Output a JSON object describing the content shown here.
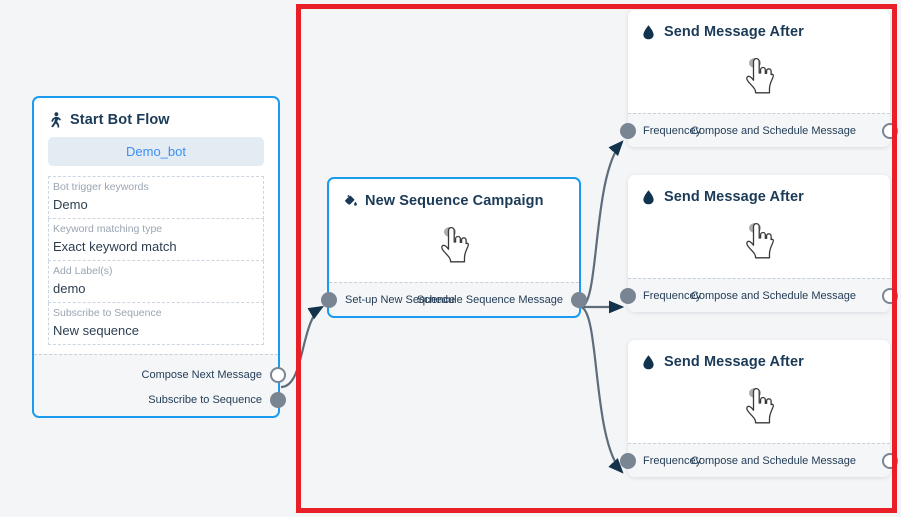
{
  "canvas": {
    "background_color": "#f4f5f7",
    "selection_border_color": "#e81f26"
  },
  "nodes": {
    "start_bot_flow": {
      "title": "Start Bot Flow",
      "icon": "running-person-icon",
      "bot_pill": "Demo_bot",
      "fields": [
        {
          "label": "Bot trigger keywords",
          "value": "Demo"
        },
        {
          "label": "Keyword matching type",
          "value": "Exact keyword match"
        },
        {
          "label": "Add Label(s)",
          "value": "demo"
        },
        {
          "label": "Subscribe to Sequence",
          "value": "New sequence"
        }
      ],
      "outputs": [
        {
          "label": "Compose Next Message",
          "port": "hollow"
        },
        {
          "label": "Subscribe to Sequence",
          "port": "filled"
        }
      ]
    },
    "new_sequence_campaign": {
      "title": "New Sequence Campaign",
      "icon": "paint-bucket-icon",
      "body_icon": "hand-cursor-icon",
      "input_label": "Set-up New Sequence",
      "output_label": "Schedule Sequence Message"
    },
    "send_message_after": [
      {
        "title": "Send Message After",
        "icon": "droplet-icon",
        "body_icon": "hand-cursor-icon",
        "input_label": "Frequencey",
        "output_label": "Compose and Schedule Message"
      },
      {
        "title": "Send Message After",
        "icon": "droplet-icon",
        "body_icon": "hand-cursor-icon",
        "input_label": "Frequencey",
        "output_label": "Compose and Schedule Message"
      },
      {
        "title": "Send Message After",
        "icon": "droplet-icon",
        "body_icon": "hand-cursor-icon",
        "input_label": "Frequencey",
        "output_label": "Compose and Schedule Message"
      }
    ]
  }
}
